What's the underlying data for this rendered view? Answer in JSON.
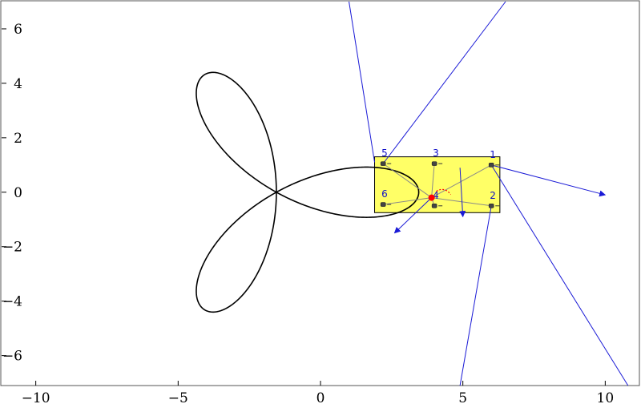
{
  "chart_data": {
    "type": "line",
    "title": "",
    "xlabel": "",
    "ylabel": "",
    "xlim": [
      -11.2,
      11.2
    ],
    "ylim": [
      -7.1,
      7.0
    ],
    "x_ticks": [
      -10,
      -5,
      0,
      5,
      10
    ],
    "y_ticks": [
      -6,
      -4,
      -2,
      0,
      2,
      4,
      6
    ],
    "x_tick_labels": [
      "−10",
      "−5",
      "0",
      "5",
      "10"
    ],
    "y_tick_labels": [
      "−6",
      "−4",
      "−2",
      "0",
      "2",
      "4",
      "6"
    ],
    "grid": false,
    "frame": true,
    "curve": {
      "kind": "three-petal trefoil (polar r = 5 cos 3θ, shifted)",
      "center": [
        -1.55,
        0
      ],
      "amplitude": 5,
      "petals": 3,
      "color": "#000000"
    },
    "rectangle": {
      "corners": [
        [
          1.9,
          -0.75
        ],
        [
          6.3,
          1.3
        ]
      ],
      "fill": "#ffff66",
      "stroke": "#000000"
    },
    "center_point": {
      "x": 3.9,
      "y": -0.2,
      "label": "4",
      "color": "#ff0000"
    },
    "points": [
      {
        "label": "1",
        "x": 6.0,
        "y": 1.0
      },
      {
        "label": "2",
        "x": 6.0,
        "y": -0.5
      },
      {
        "label": "3",
        "x": 4.0,
        "y": 1.05
      },
      {
        "label": "4",
        "x": 4.0,
        "y": -0.5
      },
      {
        "label": "5",
        "x": 2.2,
        "y": 1.05
      },
      {
        "label": "6",
        "x": 2.2,
        "y": -0.45
      }
    ],
    "rays": [
      {
        "from": [
          1.0,
          7.0
        ],
        "to": [
          1.9,
          1.1
        ]
      },
      {
        "from": [
          2.2,
          1.05
        ],
        "to": [
          6.5,
          7.0
        ]
      },
      {
        "from": [
          6.0,
          1.0
        ],
        "to": [
          10.8,
          -7.1
        ]
      },
      {
        "from": [
          6.0,
          -0.5
        ],
        "to": [
          4.9,
          -7.1
        ]
      }
    ],
    "arrows": [
      {
        "from": [
          6.0,
          1.0
        ],
        "to": [
          10.0,
          -0.1
        ]
      },
      {
        "from": [
          3.9,
          -0.2
        ],
        "to": [
          2.6,
          -1.5
        ]
      },
      {
        "from": [
          4.9,
          0.9
        ],
        "to": [
          5.0,
          -0.9
        ]
      }
    ],
    "ray_color": "#1a1ad6",
    "link_color": "#8a8a8a"
  }
}
